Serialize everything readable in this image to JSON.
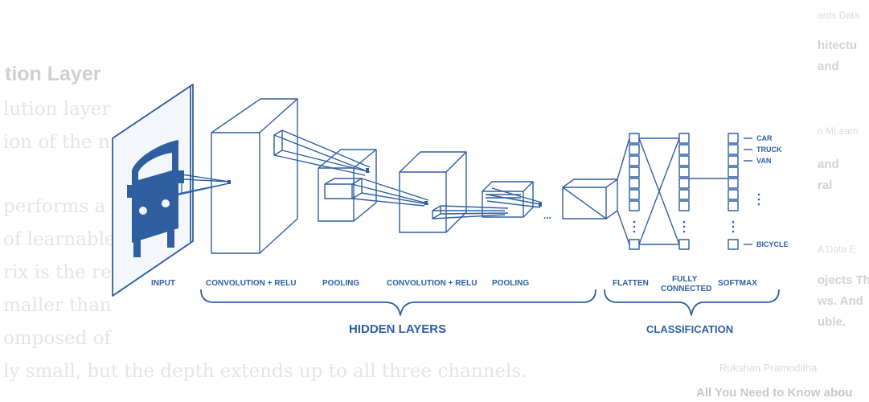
{
  "background": {
    "left_heading": "tion Layer",
    "left_lines": [
      "lution layer",
      "ion of the n",
      "performs a",
      "of learnable",
      "rix is the re",
      "maller than",
      "omposed of"
    ],
    "bottom_line": "ly small, but the depth extends up to all three channels.",
    "right_items": [
      {
        "meta": "ards Data",
        "title": "hitectu\nand"
      },
      {
        "meta": "n MLearn",
        "title": "and\nral"
      },
      {
        "meta": "A Data E",
        "title": "ojects Th\nws. And\nuble."
      }
    ],
    "author": "Rukshan Pramoditha",
    "bottom_title": "All You Need to Know abou"
  },
  "diagram": {
    "color": "#2f5fa0",
    "labels": {
      "input": "INPUT",
      "conv1": "CONVOLUTION + RELU",
      "pool1": "POOLING",
      "conv2": "CONVOLUTION + RELU",
      "pool2": "POOLING",
      "flatten": "FLATTEN",
      "fc_line1": "FULLY",
      "fc_line2": "CONNECTED",
      "softmax": "SOFTMAX"
    },
    "groups": {
      "hidden": "HIDDEN LAYERS",
      "classification": "CLASSIFICATION"
    },
    "outputs": [
      "CAR",
      "TRUCK",
      "VAN",
      "BICYCLE"
    ],
    "ellipsis": "..."
  }
}
